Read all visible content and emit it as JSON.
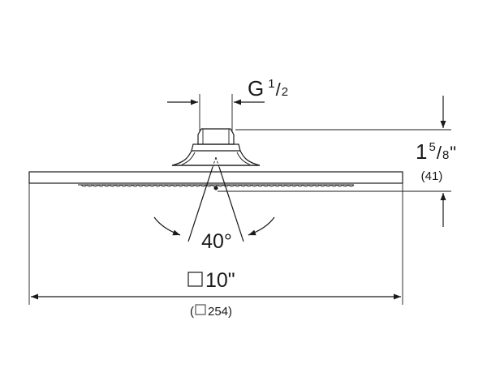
{
  "labels": {
    "thread": {
      "letter": "G",
      "numerator": "1",
      "slash": "/",
      "denominator": "2"
    },
    "height": {
      "whole": "1",
      "numerator": "5",
      "slash": "/",
      "denominator": "8",
      "unit": "\"",
      "metric": "(41)"
    },
    "angle": "40°",
    "width": {
      "value": "10\"",
      "metric_open": "(",
      "metric_value": "254)"
    }
  },
  "colors": {
    "line": "#1a1a1a",
    "background": "#ffffff"
  }
}
